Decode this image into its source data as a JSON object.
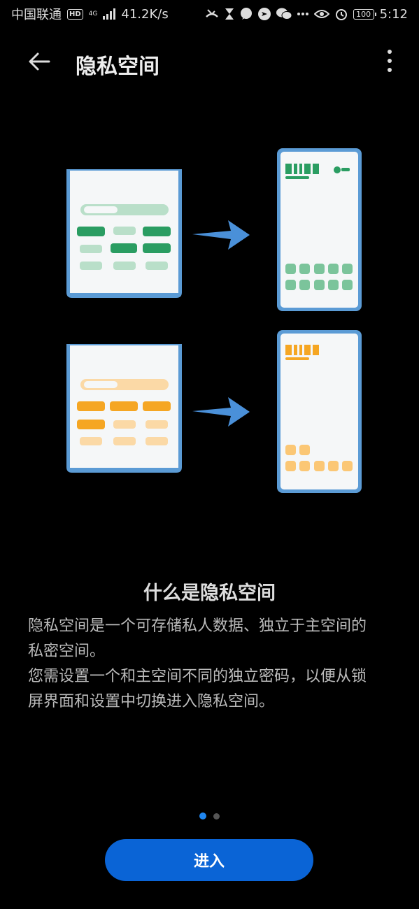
{
  "status_bar": {
    "carrier": "中国联通",
    "hd_badge": "HD",
    "network_type": "4G",
    "net_speed": "41.2K/s",
    "battery": "100",
    "time": "5:12",
    "icons": [
      "missed-call-icon",
      "hourglass-icon",
      "message-bubble-icon",
      "send-icon",
      "wechat-icon",
      "more-notifications-icon",
      "eye-icon",
      "alarm-icon"
    ]
  },
  "header": {
    "title": "隐私空间"
  },
  "illustration": {
    "accent_green": "#2a9d62",
    "accent_orange": "#f5a623",
    "frame_blue": "#5b9bd5",
    "arrow_blue": "#4a90d9"
  },
  "content": {
    "heading": "什么是隐私空间",
    "paragraph1_line1": "隐私空间是一个可存储私人数据、独立于主空间的",
    "paragraph1_line2": "私密空间。",
    "paragraph2_line1": "您需设置一个和主空间不同的独立密码，以便从锁",
    "paragraph2_line2": "屏界面和设置中切换进入隐私空间。"
  },
  "pager": {
    "current_page": 1,
    "total_pages": 2
  },
  "button": {
    "enter_label": "进入"
  }
}
